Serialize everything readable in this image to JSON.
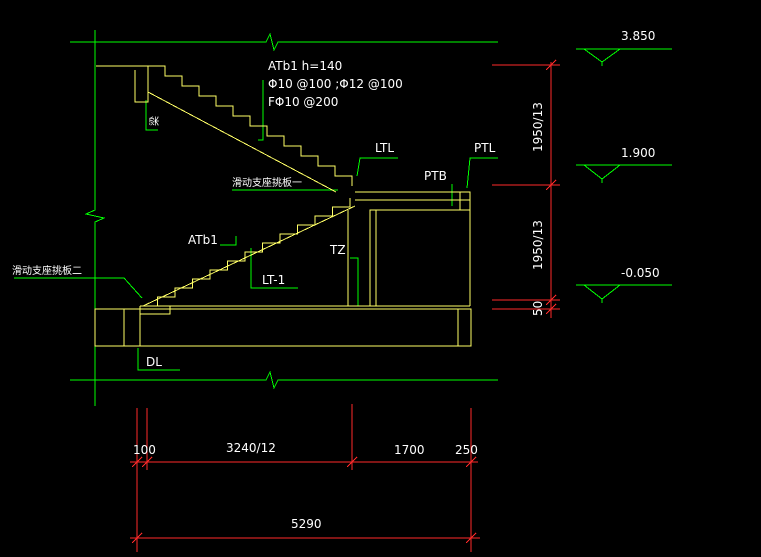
{
  "colors": {
    "background": "#000000",
    "axis_green": "#00ff00",
    "structure_yellow": "#ffff66",
    "dimension_red": "#ff2a2a",
    "text_white": "#ffffff"
  },
  "labels": {
    "atb1_spec": "ATb1 h=140",
    "rebar_main": "Φ10 @100 ;Φ12 @100",
    "rebar_dist": "FΦ10 @200",
    "ltl": "LTL",
    "ptl": "PTL",
    "ptb": "PTB",
    "tz": "TZ",
    "atb1": "ATb1",
    "lt1": "LT-1",
    "dl": "DL",
    "beam": "梁",
    "sliding_support_1": "滑动支座挑板一",
    "sliding_support_2": "滑动支座挑板二"
  },
  "elevations": [
    {
      "value": "3.850"
    },
    {
      "value": "1.900"
    },
    {
      "value": "-0.050"
    }
  ],
  "vertical_dimensions": {
    "upper": "1950/13",
    "lower": "1950/13",
    "bottom": "50"
  },
  "horizontal_dimensions": {
    "seg_100": "100",
    "seg_3240": "3240/12",
    "seg_1700": "1700",
    "seg_250": "250",
    "total": "5290"
  }
}
